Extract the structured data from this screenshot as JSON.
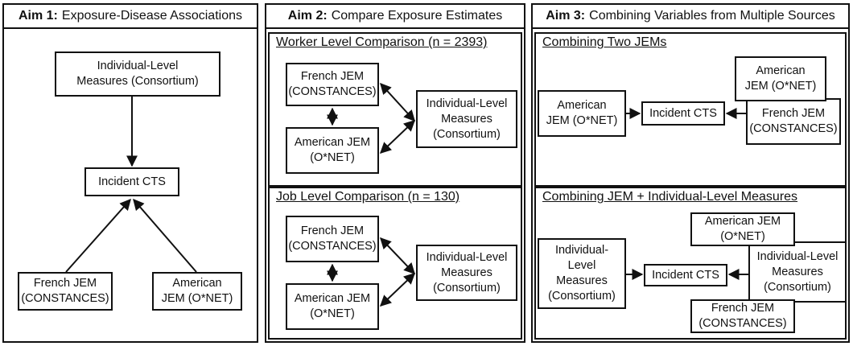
{
  "aim1": {
    "header_bold": "Aim 1:",
    "header_text": "Exposure-Disease Associations",
    "nodes": {
      "individual": "Individual-Level\nMeasures (Consortium)",
      "incident": "Incident CTS",
      "french": "French JEM\n(CONSTANCES)",
      "american": "American\nJEM (O*NET)"
    }
  },
  "aim2": {
    "header_bold": "Aim 2:",
    "header_text": "Compare Exposure Estimates",
    "worker": {
      "title": "Worker Level Comparison (n = 2393)",
      "french": "French JEM\n(CONSTANCES)",
      "american": "American JEM\n(O*NET)",
      "individual": "Individual-Level\nMeasures\n(Consortium)"
    },
    "job": {
      "title": "Job Level Comparison (n = 130)",
      "french": "French JEM\n(CONSTANCES)",
      "american": "American JEM\n(O*NET)",
      "individual": "Individual-Level\nMeasures\n(Consortium)"
    }
  },
  "aim3": {
    "header_bold": "Aim 3:",
    "header_text": "Combining Variables from Multiple Sources",
    "two_jems": {
      "title": "Combining Two JEMs",
      "american_left": "American\nJEM (O*NET)",
      "incident": "Incident CTS",
      "american_top": "American\nJEM (O*NET)",
      "french": "French JEM\n(CONSTANCES)"
    },
    "jem_individual": {
      "title": "Combining JEM + Individual-Level Measures",
      "individual_left": "Individual-\nLevel\nMeasures\n(Consortium)",
      "incident": "Incident CTS",
      "american": "American JEM\n(O*NET)",
      "individual_right": "Individual-Level\nMeasures\n(Consortium)",
      "french": "French JEM\n(CONSTANCES)"
    }
  }
}
